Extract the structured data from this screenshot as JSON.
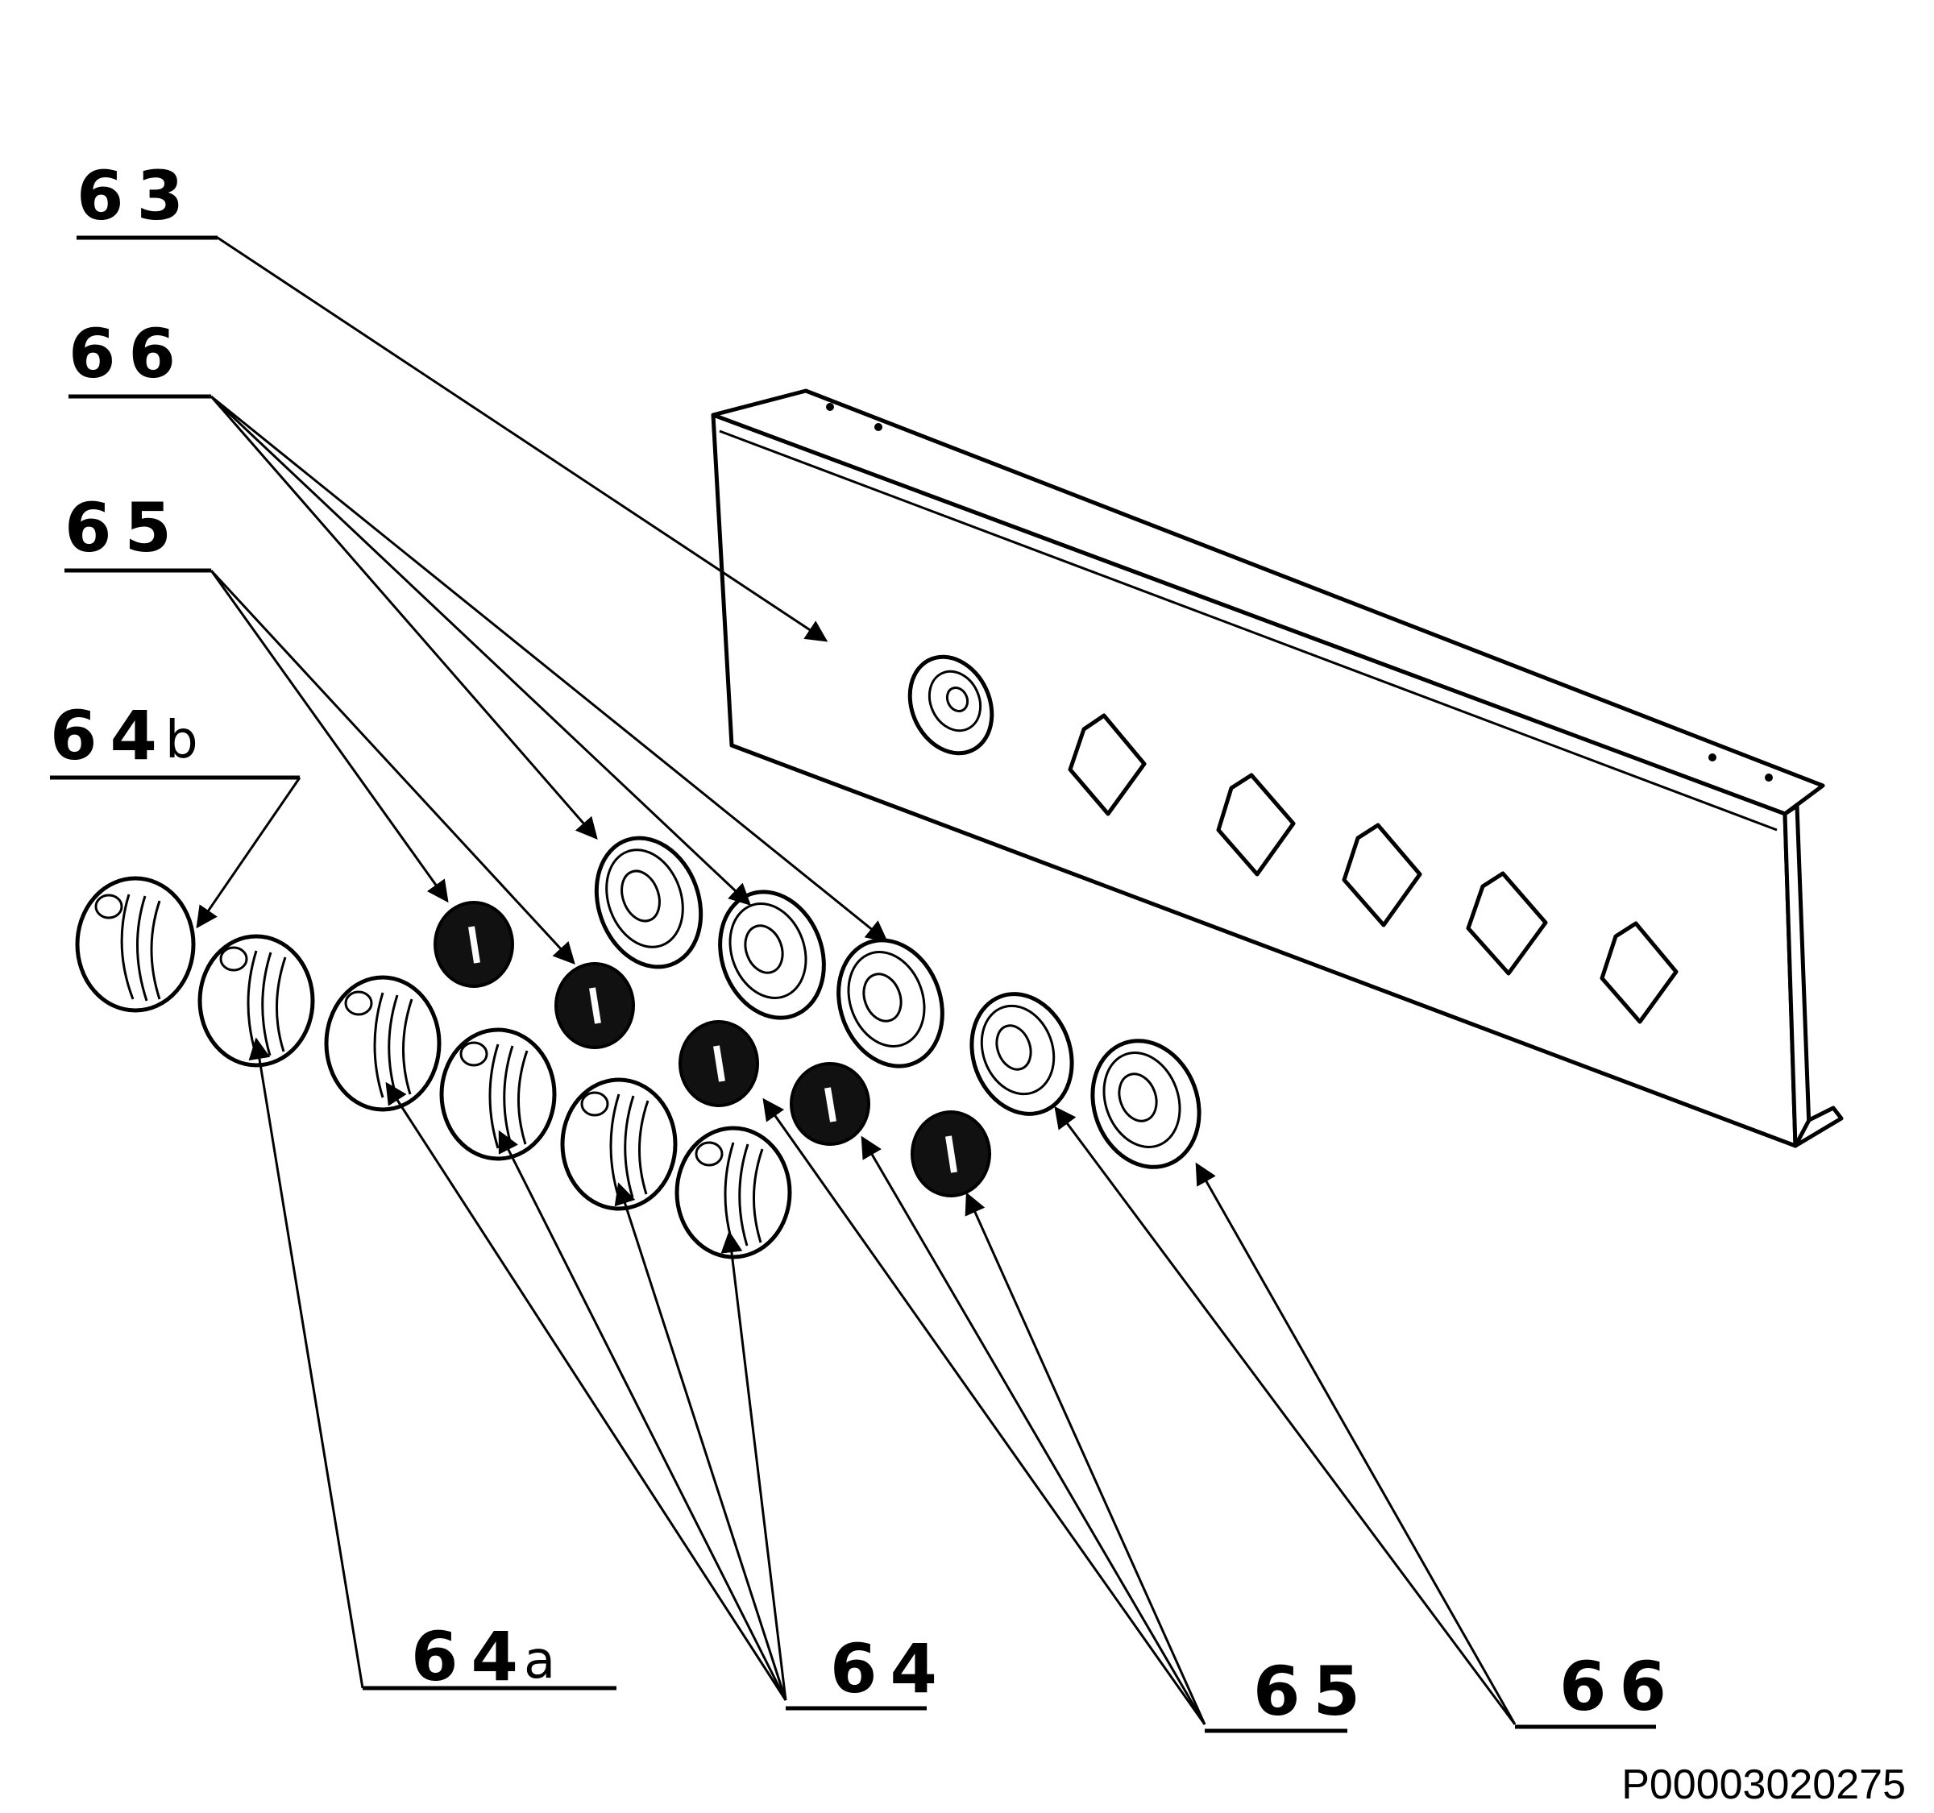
{
  "labels": {
    "l63": "63",
    "l66_top": "66",
    "l65_top": "65",
    "l64b_num": "64",
    "l64b_suf": "b",
    "l64a_num": "64",
    "l64a_suf": "a",
    "l64": "64",
    "l65_bottom": "65",
    "l66_bottom": "66"
  },
  "reference_code": "P00003020275"
}
